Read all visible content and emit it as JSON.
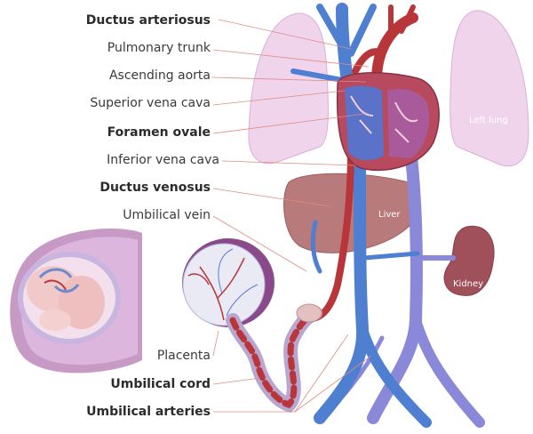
{
  "labels": [
    {
      "id": "ductus-arteriosus",
      "text": "Ductus arteriosus",
      "bold": true
    },
    {
      "id": "pulmonary-trunk",
      "text": "Pulmonary trunk",
      "bold": false
    },
    {
      "id": "ascending-aorta",
      "text": "Ascending aorta",
      "bold": false
    },
    {
      "id": "superior-vena-cava",
      "text": "Superior vena cava",
      "bold": false
    },
    {
      "id": "foramen-ovale",
      "text": "Foramen ovale",
      "bold": true
    },
    {
      "id": "inferior-vena-cava",
      "text": "Inferior vena cava",
      "bold": false
    },
    {
      "id": "ductus-venosus",
      "text": "Ductus venosus",
      "bold": true
    },
    {
      "id": "umbilical-vein",
      "text": "Umbilical vein",
      "bold": false
    },
    {
      "id": "placenta",
      "text": "Placenta",
      "bold": false
    },
    {
      "id": "umbilical-cord",
      "text": "Umbilical cord",
      "bold": true
    },
    {
      "id": "umbilical-arteries",
      "text": "Umbilical arteries",
      "bold": true
    }
  ],
  "organs": {
    "left_lung": "Left lung",
    "liver": "Liver",
    "kidney": "Kidney"
  },
  "colors": {
    "artery": "#b8363a",
    "vein": "#4f7fd0",
    "mixed": "#8a88d8",
    "lung": "#efd4ec",
    "liver": "#b87a7a",
    "kidney": "#a0505a",
    "placenta": "#8a4a8a",
    "leader": "#e08a80"
  }
}
